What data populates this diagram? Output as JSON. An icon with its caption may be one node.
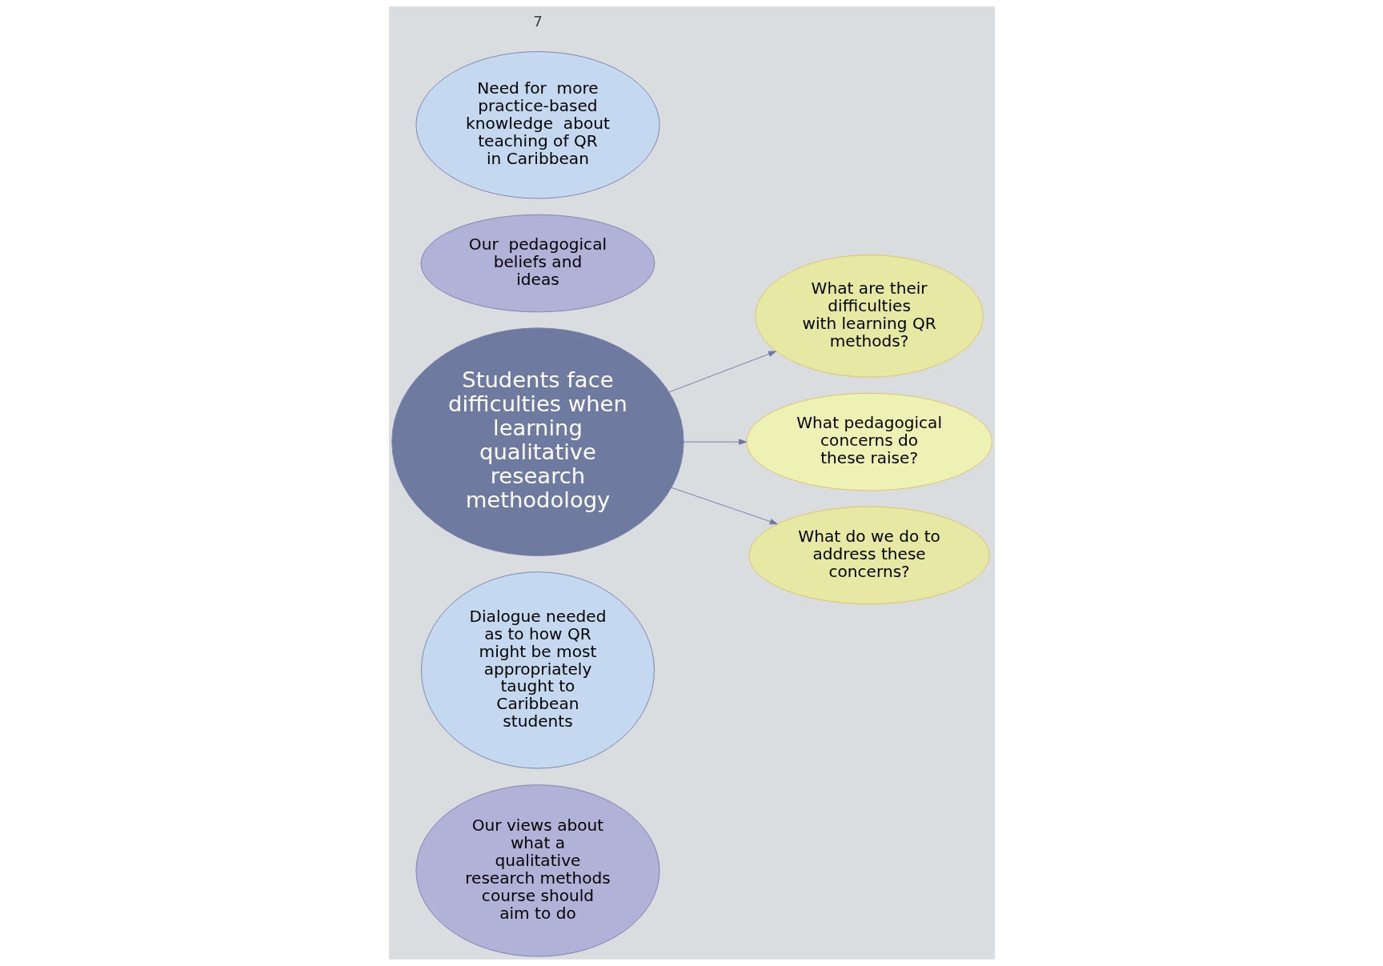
{
  "diagram": {
    "nodes": [
      {
        "text": [
          "Our views about what a qualitative research methods course should aim to do"
        ]
      },
      {
        "text": [
          "Dialogue needed as to how QR might be most appropriately taught to Caribbean students"
        ]
      },
      {
        "text": [
          "Students face difficulties when learning qualitative research methodology"
        ]
      },
      {
        "text": [
          "What are their difficulties with learning QR methods?"
        ]
      },
      {
        "text": [
          "What pedagogical concerns do these raise?"
        ]
      },
      {
        "text": [
          "Our  pedagogical beliefs and ideas"
        ]
      },
      {
        "text": [
          "Need for  more practice-based knowledge  about teaching of QR in Caribbean"
        ]
      },
      {
        "text": [
          "What do we do to address these concerns?"
        ]
      }
    ],
    "edges": [
      {
        "from": 2,
        "to": 3,
        "arrow": "to"
      },
      {
        "from": 2,
        "to": 4,
        "arrow": "to"
      },
      {
        "from": 2,
        "to": 7,
        "arrow": "to"
      }
    ],
    "labels": [
      "7"
    ]
  }
}
